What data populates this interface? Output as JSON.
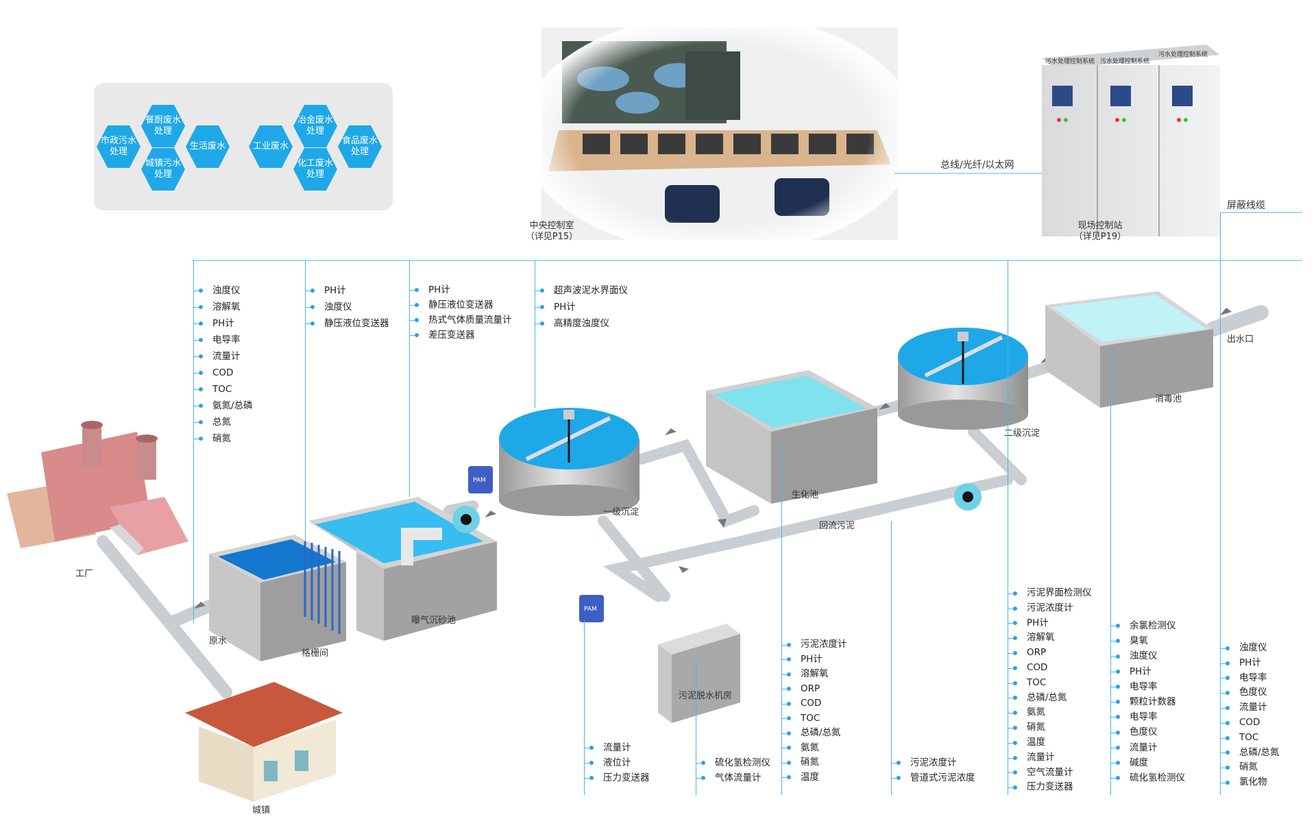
{
  "categories_panel": {
    "hexes": [
      {
        "id": "municipal",
        "label": "市政污水处理"
      },
      {
        "id": "kitchen",
        "label": "餐厨废水处理"
      },
      {
        "id": "town",
        "label": "城镇污水处理"
      },
      {
        "id": "domestic",
        "label": "生活废水"
      },
      {
        "id": "industrial",
        "label": "工业废水"
      },
      {
        "id": "metallurgy",
        "label": "冶金废水处理"
      },
      {
        "id": "chemical",
        "label": "化工废水处理"
      },
      {
        "id": "food",
        "label": "食品废水处理"
      }
    ]
  },
  "control_room": {
    "caption_line1": "中央控制室",
    "caption_line2": "（详见P15）"
  },
  "field_station": {
    "caption_line1": "现场控制站",
    "caption_line2": "（详见P19）"
  },
  "cabinet_titles": [
    "污水处理控制系统",
    "污水处理控制系统",
    "污水处理控制系统"
  ],
  "links": {
    "bus": "总线/光纤/以太网",
    "shielded": "屏蔽线缆"
  },
  "places": {
    "factory": "工厂",
    "town": "城镇",
    "raw_water": "原水",
    "outlet": "出水口"
  },
  "units": {
    "grid": "格栅间",
    "grit": "曝气沉砂池",
    "primary": "一级沉淀",
    "bio": "生化池",
    "secondary": "二级沉淀",
    "disinfection": "消毒池",
    "sludge_house": "污泥脱水机房",
    "return_sludge": "回流污泥",
    "pam": "PAM",
    "pam2": "PAM"
  },
  "instruments": {
    "raw": [
      "浊度仪",
      "溶解氧",
      "PH计",
      "电导率",
      "流量计",
      "COD",
      "TOC",
      "氨氮/总磷",
      "总氮",
      "硝氮"
    ],
    "grid": [
      "PH计",
      "浊度仪",
      "静压液位变送器"
    ],
    "grit": [
      "PH计",
      "静压液位变送器",
      "热式气体质量流量计",
      "差压变送器"
    ],
    "primary": [
      "超声波泥水界面仪",
      "PH计",
      "高精度浊度仪"
    ],
    "sludge": [
      "流量计",
      "液位计",
      "压力变送器"
    ],
    "sludge_house": [
      "硫化氢检测仪",
      "气体流量计"
    ],
    "bio": [
      "污泥浓度计",
      "PH计",
      "溶解氧",
      "ORP",
      "COD",
      "TOC",
      "总磷/总氮",
      "氨氮",
      "硝氮",
      "温度"
    ],
    "return": [
      "污泥浓度计",
      "管道式污泥浓度"
    ],
    "secondary": [
      "污泥界面检测仪",
      "污泥浓度计",
      "PH计",
      "溶解氧",
      "ORP",
      "COD",
      "TOC",
      "总磷/总氮",
      "氨氮",
      "硝氮",
      "温度",
      "流量计",
      "空气流量计",
      "压力变送器"
    ],
    "disinfection": [
      "余氯检测仪",
      "臭氧",
      "浊度仪",
      "PH计",
      "电导率",
      "颗粒计数器",
      "电导率",
      "色度仪",
      "流量计",
      "碱度",
      "硫化氢检测仪"
    ],
    "outlet": [
      "浊度仪",
      "PH计",
      "电导率",
      "色度仪",
      "流量计",
      "COD",
      "TOC",
      "总磷/总氮",
      "硝氮",
      "氯化物"
    ]
  },
  "colors": {
    "accent": "#1fa8e8",
    "line": "#46b4ee",
    "water_dark": "#1477d0",
    "water_light": "#a8ecf0",
    "tank": "#b9b9b9"
  }
}
